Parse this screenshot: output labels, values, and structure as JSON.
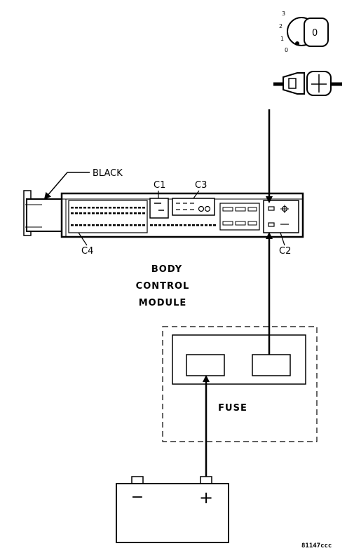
{
  "labels": {
    "black": "BLACK",
    "c1": "C1",
    "c3": "C3",
    "c4": "C4",
    "c2": "C2",
    "module_line1": "BODY",
    "module_line2": "CONTROL",
    "module_line3": "MODULE",
    "fuse": "FUSE",
    "battery_minus": "−",
    "battery_plus": "+",
    "figure_id": "81147ccc"
  },
  "ignition_switch": {
    "positions": [
      "3",
      "2",
      "1",
      "0"
    ],
    "key_label": "0"
  },
  "icons": [
    "ignition-switch-icon",
    "connector-icon",
    "battery-icon",
    "fuse-box-icon",
    "body-control-module-icon"
  ]
}
